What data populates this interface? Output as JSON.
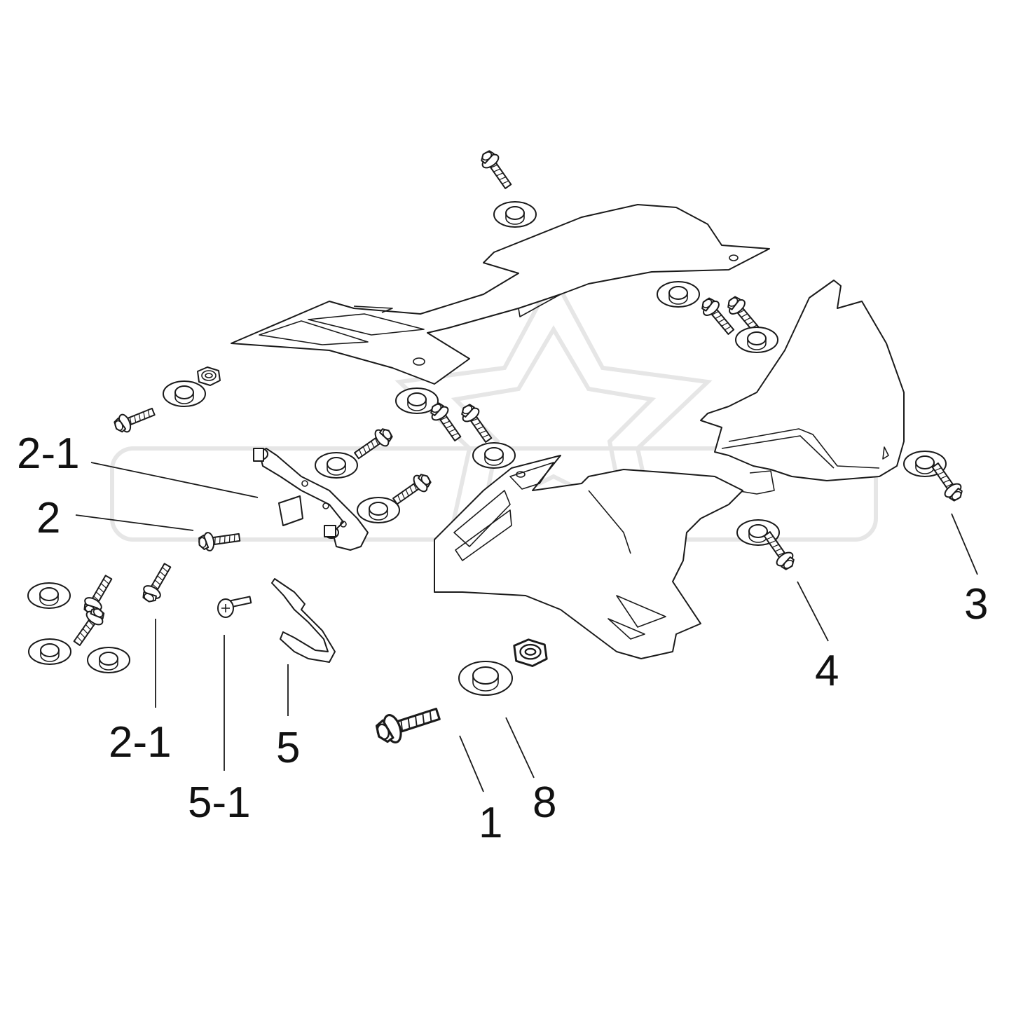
{
  "diagram": {
    "callouts": [
      {
        "id": "c-2-1-top",
        "label": "2-1"
      },
      {
        "id": "c-2",
        "label": "2"
      },
      {
        "id": "c-2-1-bottom",
        "label": "2-1"
      },
      {
        "id": "c-5-1",
        "label": "5-1"
      },
      {
        "id": "c-5",
        "label": "5"
      },
      {
        "id": "c-1",
        "label": "1"
      },
      {
        "id": "c-8",
        "label": "8"
      },
      {
        "id": "c-4",
        "label": "4"
      },
      {
        "id": "c-3",
        "label": "3"
      }
    ],
    "colors": {
      "line": "#1a1a1a",
      "watermark": "#e6e6e6",
      "background": "#ffffff"
    }
  }
}
